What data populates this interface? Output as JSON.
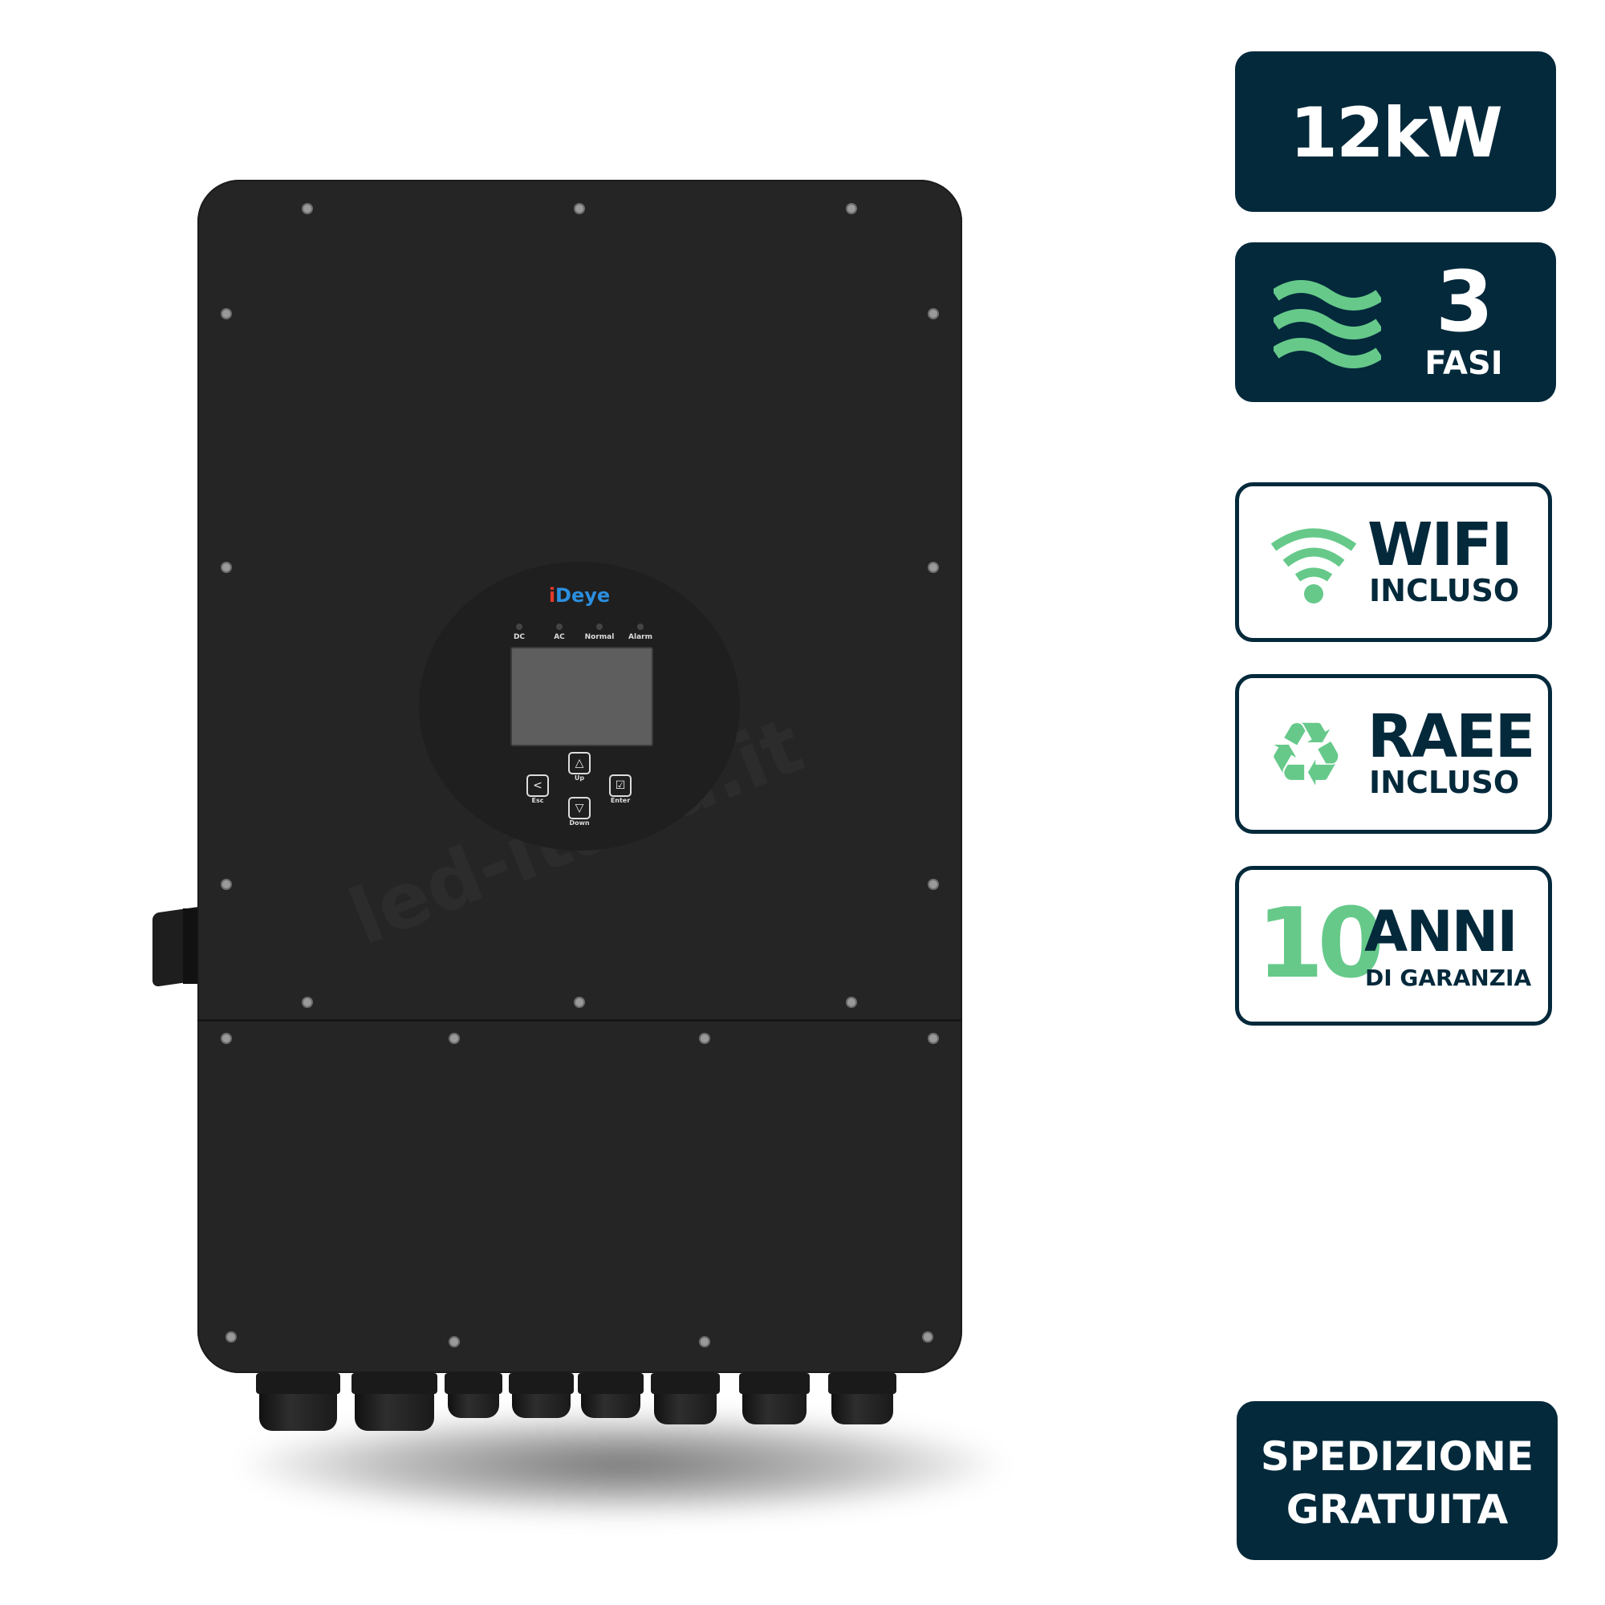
{
  "product": {
    "brand_logo": "Deye",
    "watermark": "led-italia.it",
    "indicators": [
      "DC",
      "AC",
      "Normal",
      "Alarm"
    ],
    "keys": {
      "up": "Up",
      "down": "Down",
      "esc": "Esc",
      "enter": "Enter"
    }
  },
  "badges": {
    "power": "12kW",
    "phases": {
      "number": "3",
      "label": "FASI"
    },
    "wifi": {
      "title": "WIFI",
      "subtitle": "INCLUSO"
    },
    "raee": {
      "title": "RAEE",
      "subtitle": "INCLUSO"
    },
    "warranty": {
      "number": "10",
      "title": "ANNI",
      "subtitle": "DI GARANZIA"
    },
    "shipping": {
      "line1": "SPEDIZIONE",
      "line2": "GRATUITA"
    }
  },
  "colors": {
    "navy": "#03293b",
    "green": "#66c98a",
    "body": "#252525"
  }
}
